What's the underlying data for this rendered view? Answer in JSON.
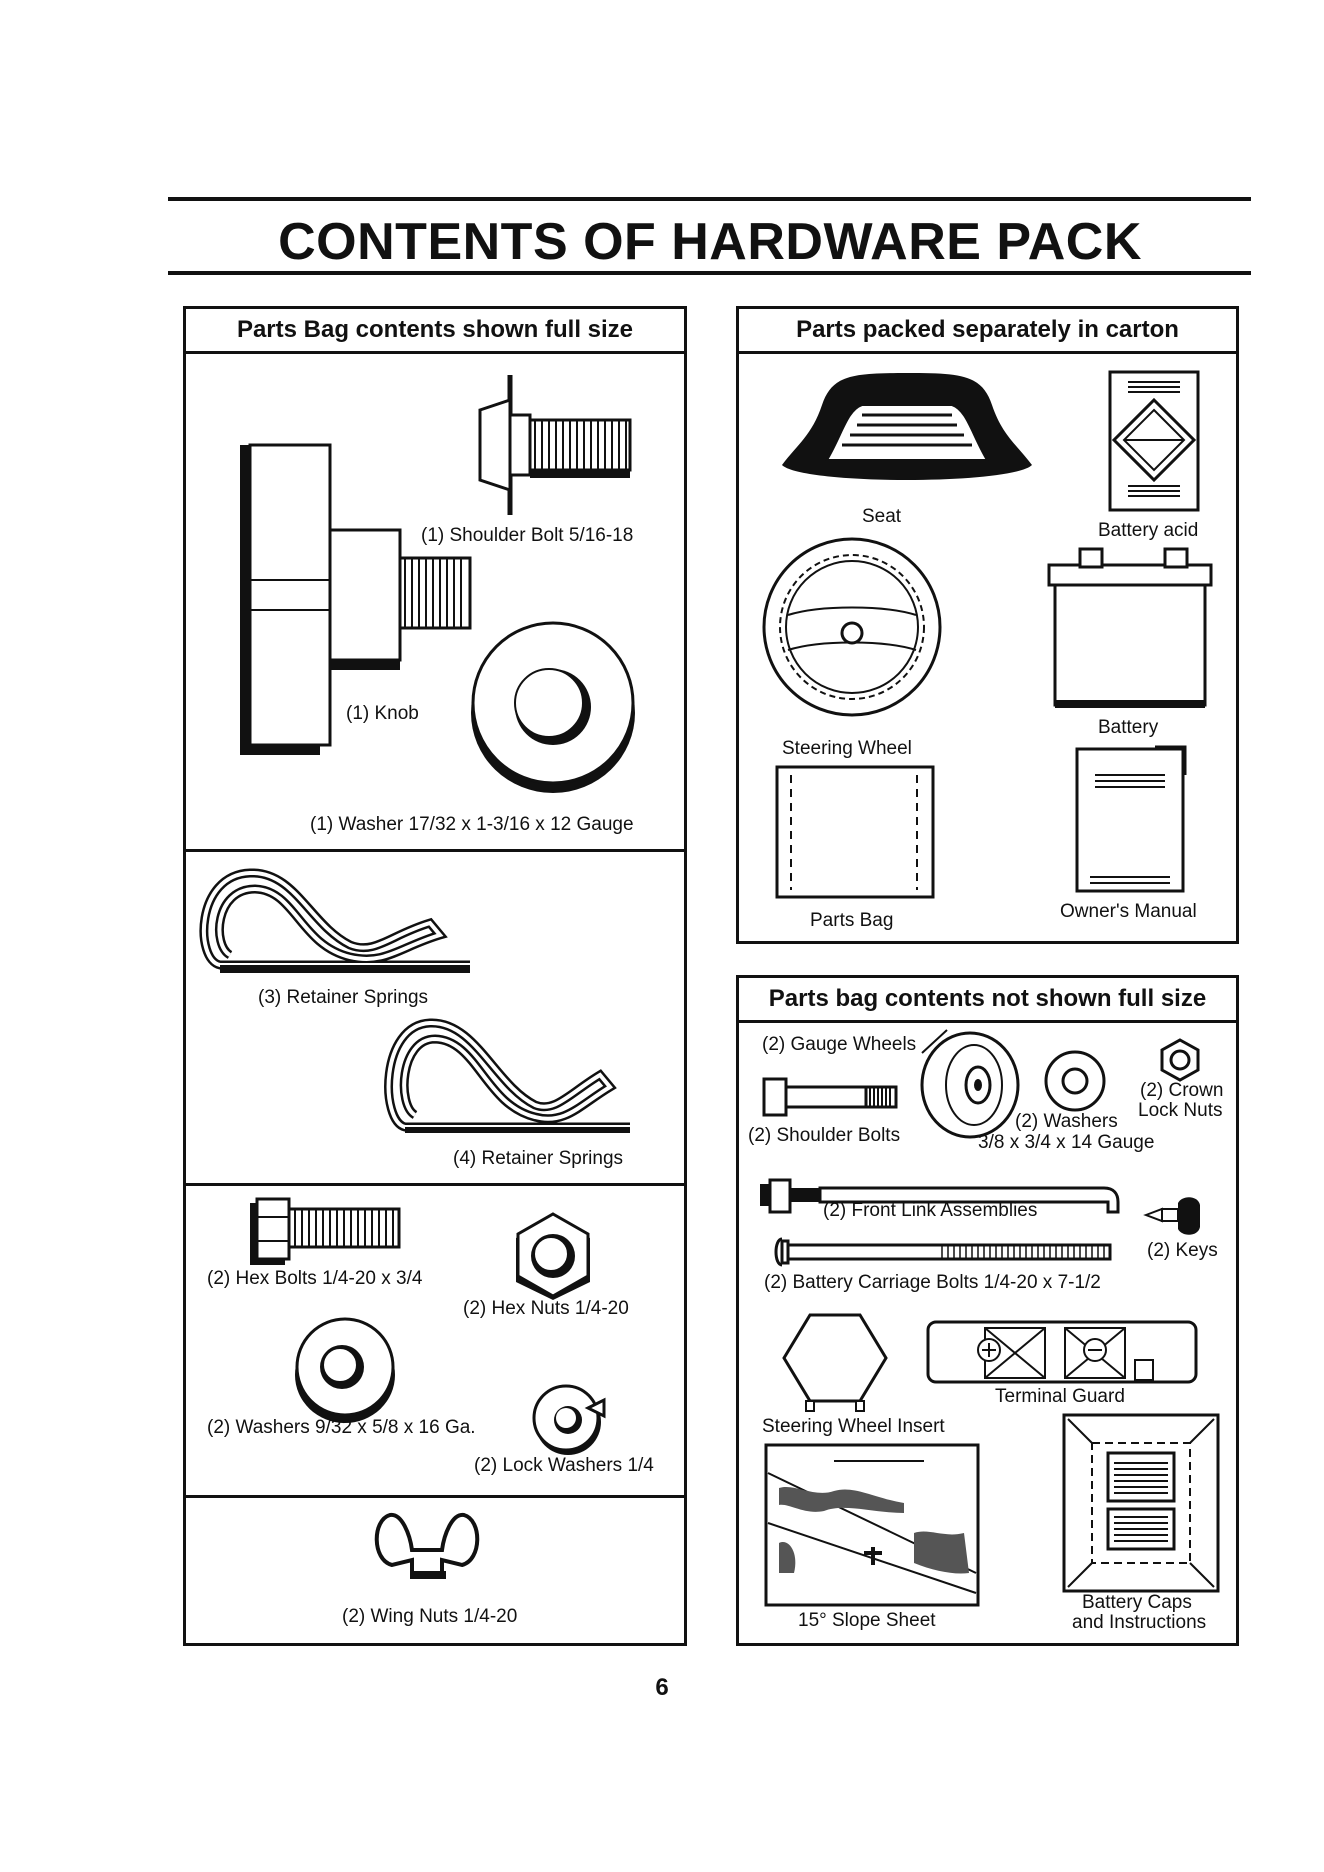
{
  "page": {
    "title": "CONTENTS OF HARDWARE PACK",
    "page_number": "6"
  },
  "left_box": {
    "header": "Parts Bag contents shown full size",
    "items": {
      "shoulder_bolt": "(1) Shoulder Bolt  5/16-18",
      "knob": "(1) Knob",
      "washer": "(1) Washer  17/32 x 1-3/16 x 12 Gauge",
      "retainer_springs_3": "(3)  Retainer Springs",
      "retainer_springs_4": "(4)  Retainer Springs",
      "hex_bolts": "(2) Hex Bolts  1/4-20 x 3/4",
      "hex_nuts": "(2) Hex Nuts  1/4-20",
      "washers_small": "(2) Washers  9/32  x 5/8 x 16 Ga.",
      "lock_washers": "(2) Lock Washers  1/4",
      "wing_nuts": "(2) Wing Nuts  1/4-20"
    }
  },
  "right_top_box": {
    "header": "Parts packed separately in carton",
    "items": {
      "seat": "Seat",
      "battery_acid": "Battery acid",
      "steering_wheel": "Steering Wheel",
      "battery": "Battery",
      "parts_bag": "Parts Bag",
      "owners_manual": "Owner's Manual"
    }
  },
  "right_bottom_box": {
    "header": "Parts bag contents not shown full size",
    "items": {
      "gauge_wheels": "(2) Gauge Wheels",
      "crown_nuts_1": "(2) Crown",
      "crown_nuts_2": "Lock Nuts",
      "washers_1": "(2) Washers",
      "washers_2": "3/8 x 3/4 x 14 Gauge",
      "shoulder_bolts": "(2) Shoulder Bolts",
      "front_link": "(2) Front Link Assemblies",
      "keys": "(2) Keys",
      "carriage_bolts": "(2) Battery Carriage Bolts 1/4-20 x 7-1/2",
      "terminal_guard": "Terminal Guard",
      "steering_insert": "Steering Wheel Insert",
      "slope_sheet": "15° Slope Sheet",
      "battery_caps_1": "Battery Caps",
      "battery_caps_2": "and Instructions"
    }
  }
}
